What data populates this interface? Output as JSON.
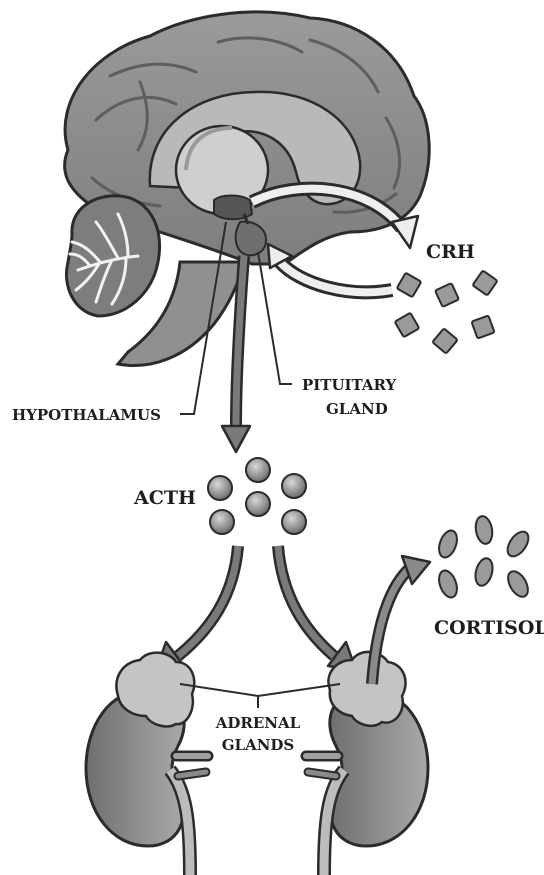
{
  "labels": {
    "crh": "CRH",
    "hypothalamus": "HYPOTHALAMUS",
    "pituitary_line1": "PITUITARY",
    "pituitary_line2": "GLAND",
    "acth": "ACTH",
    "cortisol": "CORTISOL",
    "adrenal_line1": "ADRENAL",
    "adrenal_line2": "GLANDS"
  },
  "palette": {
    "outline": "#2b2b2b",
    "brain_outer": "#8e8e8e",
    "brain_inner": "#b9b9b9",
    "gland": "#c4c4c4",
    "kidney": "#8a8a8a",
    "arrow_fill": "#7a7a7a",
    "hollow_arrow_fill": "#eeeeee",
    "pill_fill": "#9a9a9a"
  }
}
